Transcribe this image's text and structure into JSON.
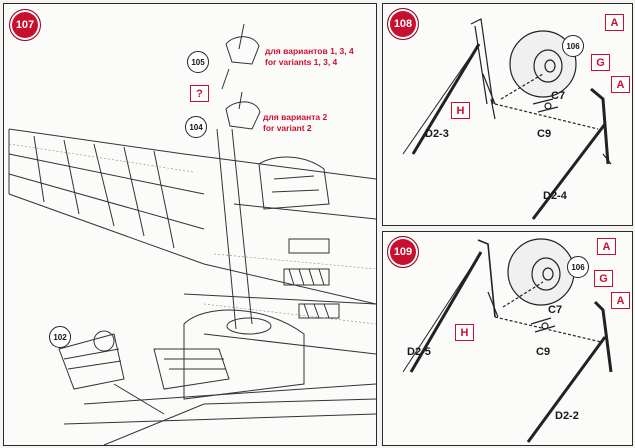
{
  "steps": {
    "s107": "107",
    "s108": "108",
    "s109": "109"
  },
  "panel107": {
    "refs": {
      "r105": "105",
      "r104": "104",
      "r102": "102"
    },
    "unknown_tag": "?",
    "variant_a_ru": "для вариантов 1, 3, 4",
    "variant_a_en": "for variants 1, 3, 4",
    "variant_b_ru": "для варианта 2",
    "variant_b_en": "for variant 2"
  },
  "panel108": {
    "ref_wheel": "106",
    "tag_a1": "A",
    "tag_g": "G",
    "tag_a2": "A",
    "tag_h": "H",
    "label_c7": "C7",
    "label_c9": "C9",
    "label_left_strut": "D2-3",
    "label_right_strut": "D2-4"
  },
  "panel109": {
    "ref_wheel": "106",
    "tag_a1": "A",
    "tag_g": "G",
    "tag_a2": "A",
    "tag_h": "H",
    "label_c7": "C7",
    "label_c9": "C9",
    "label_left_strut": "D2-5",
    "label_right_strut": "D2-2"
  },
  "colors": {
    "accent_red": "#c8102e",
    "line": "#222222"
  }
}
